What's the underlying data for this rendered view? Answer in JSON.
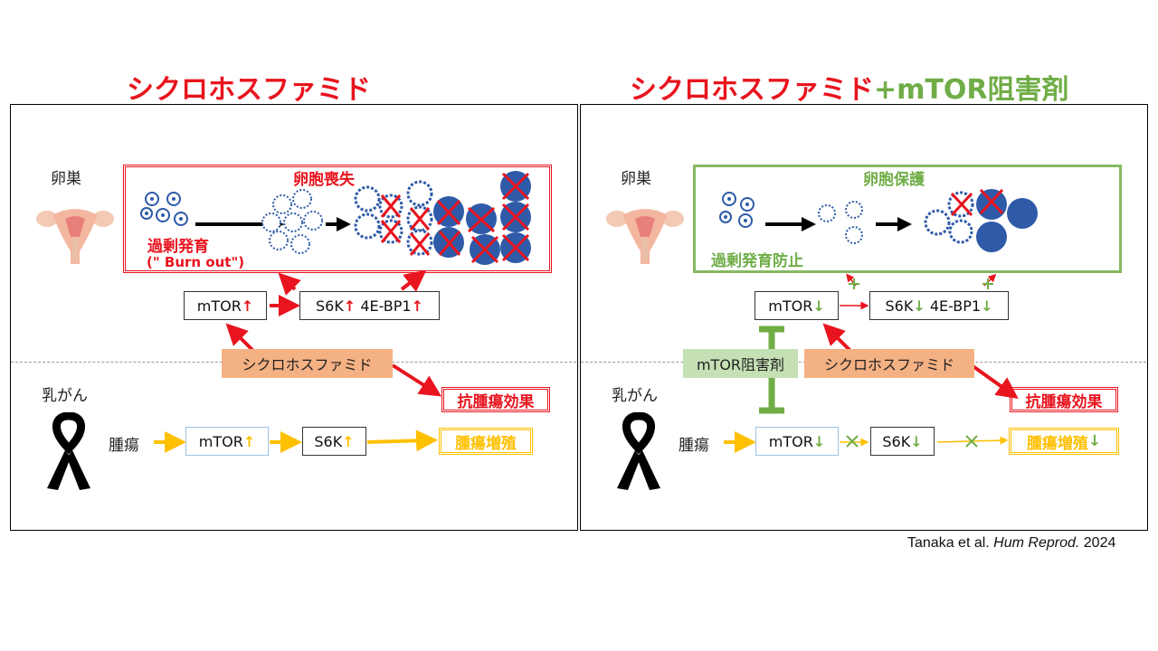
{
  "left": {
    "title": "シクロホスファミド",
    "ovary_label": "卵巣",
    "follicle_loss": "卵胞喪失",
    "overgrowth_line1": "過剰発育",
    "overgrowth_line2": "(\" Burn out\")",
    "mtor": "mTOR",
    "s6k_4ebp1": "S6K",
    "ebp1": "4E-BP1",
    "drug": "シクロホスファミド",
    "breast_cancer": "乳がん",
    "tumor": "腫瘍",
    "tumor_mtor": "mTOR",
    "tumor_s6k": "S6K",
    "tumor_growth": "腫瘍増殖",
    "antitumor": "抗腫瘍効果"
  },
  "right": {
    "title_a": "シクロホスファミド",
    "title_b": "+mTOR阻害剤",
    "ovary_label": "卵巣",
    "follicle_protect": "卵胞保護",
    "overgrowth_prevent": "過剰発育防止",
    "mtor": "mTOR",
    "s6k": "S6K",
    "ebp1": "4E-BP1",
    "inhibitor": "mTOR阻害剤",
    "drug": "シクロホスファミド",
    "breast_cancer": "乳がん",
    "tumor": "腫瘍",
    "tumor_mtor": "mTOR",
    "tumor_s6k": "S6K",
    "tumor_growth": "腫瘍増殖",
    "antitumor": "抗腫瘍効果"
  },
  "arrows": {
    "up": "↑",
    "down": "↓"
  },
  "citation": {
    "authors": "Tanaka et al. ",
    "journal": "Hum Reprod.",
    "year": " 2024"
  },
  "colors": {
    "red": "#e8141e",
    "green": "#70ad47",
    "orange_fill": "#f4b183",
    "green_fill": "#c5e0b4",
    "yellow": "#ffc000",
    "follicle_blue": "#2e5aa8"
  }
}
